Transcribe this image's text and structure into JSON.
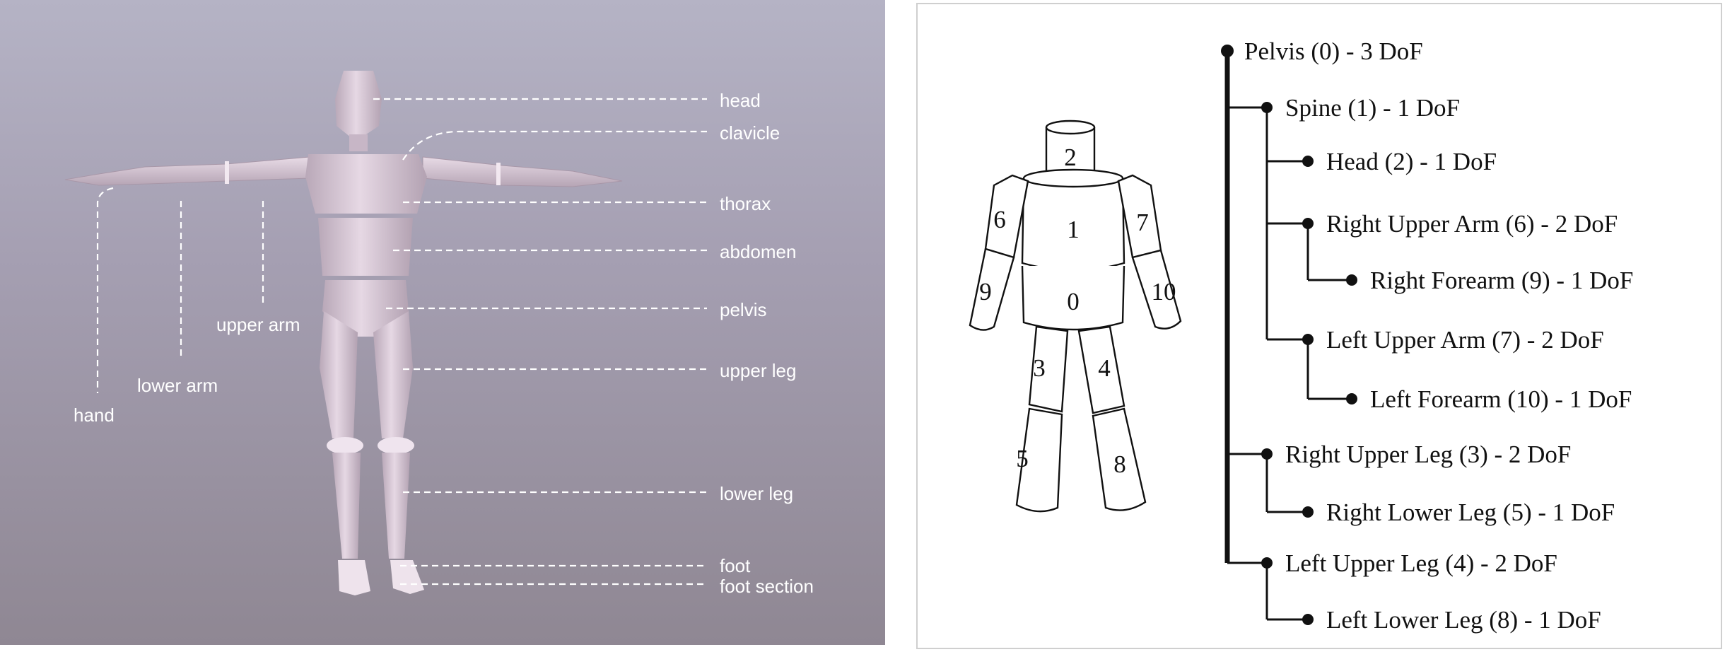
{
  "left_panel": {
    "labels": {
      "head": "head",
      "clavicle": "clavicle",
      "thorax": "thorax",
      "abdomen": "abdomen",
      "pelvis": "pelvis",
      "upper_leg": "upper leg",
      "lower_leg": "lower leg",
      "foot": "foot",
      "foot_section": "foot section",
      "upper_arm": "upper arm",
      "lower_arm": "lower arm",
      "hand": "hand"
    }
  },
  "right_panel": {
    "segments": {
      "s0": "0",
      "s1": "1",
      "s2": "2",
      "s3": "3",
      "s4": "4",
      "s5": "5",
      "s6": "6",
      "s7": "7",
      "s8": "8",
      "s9": "9",
      "s10": "10"
    },
    "tree": [
      "Pelvis (0) - 3 DoF",
      "Spine (1) - 1 DoF",
      "Head (2) - 1 DoF",
      "Right Upper Arm (6) - 2 DoF",
      "Right Forearm (9) - 1 DoF",
      "Left Upper Arm (7) - 2 DoF",
      "Left Forearm (10) - 1 DoF",
      "Right Upper Leg (3) - 2 DoF",
      "Right Lower Leg (5) - 1 DoF",
      "Left Upper Leg (4) - 2 DoF",
      "Left Lower Leg (8) - 1 DoF"
    ]
  },
  "colors": {
    "left_bg_top": "#b5b3c5",
    "left_bg_bottom": "#8f8793",
    "mannequin": "#d9c8d6",
    "label": "#ffffff",
    "tree_ink": "#111111"
  }
}
